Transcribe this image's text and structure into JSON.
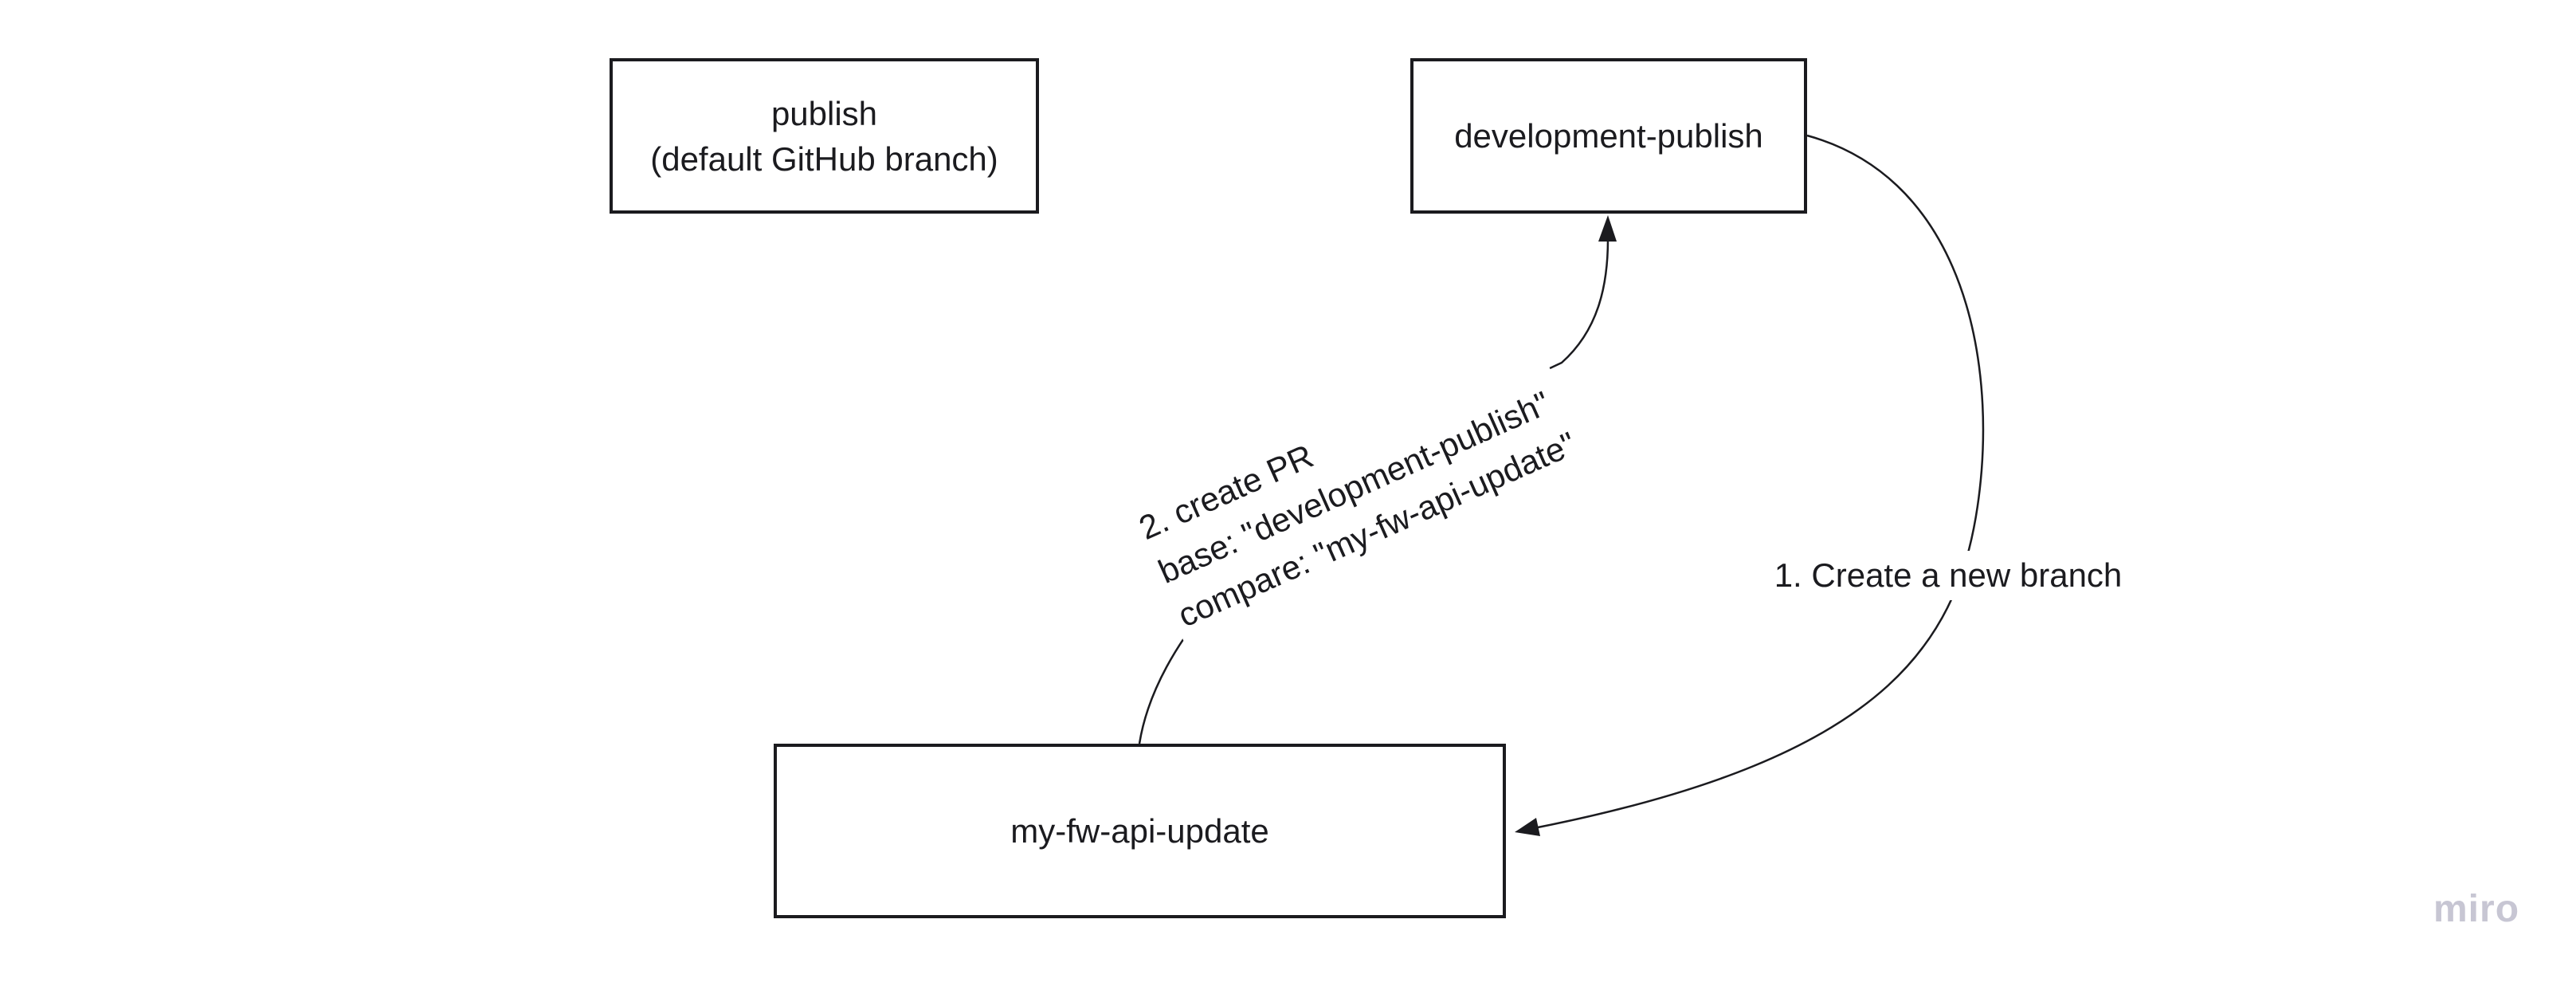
{
  "board": {
    "background": "#ffffff",
    "stroke_color": "#1b1b1f",
    "text_color": "#1b1b1f"
  },
  "nodes": [
    {
      "label_lines": [
        "publish",
        "(default GitHub branch)"
      ]
    },
    {
      "label": "development-publish"
    },
    {
      "label": "my-fw-api-update"
    }
  ],
  "connectors": [
    {
      "from": "development-publish",
      "to": "my-fw-api-update",
      "label": "1. Create a new branch"
    },
    {
      "from": "my-fw-api-update",
      "to": "development-publish",
      "label_lines": [
        "2. create PR",
        "base: \"development-publish\"",
        "compare: \"my-fw-api-update\""
      ]
    }
  ],
  "watermark": {
    "text": "miro",
    "color": "#c7c6d3"
  }
}
